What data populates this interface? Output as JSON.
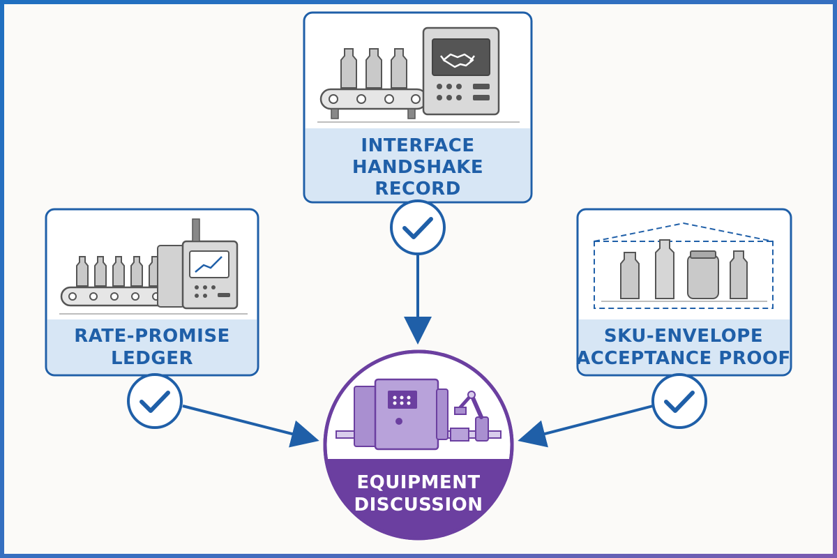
{
  "nodes": {
    "top": {
      "lines": [
        "INTERFACE",
        "HANDSHAKE",
        "RECORD"
      ]
    },
    "left": {
      "lines": [
        "RATE-PROMISE",
        "LEDGER"
      ]
    },
    "right": {
      "lines": [
        "SKU-ENVELOPE",
        "ACCEPTANCE PROOF"
      ]
    },
    "center": {
      "lines": [
        "EQUIPMENT",
        "DISCUSSION"
      ]
    }
  },
  "colors": {
    "blue": "#1f5fa8",
    "label_band": "#d7e6f5",
    "purple": "#6b3fa0",
    "purple_light": "#a98fd0",
    "gray": "#8a8a8a"
  },
  "icons": [
    "checkmark-icon",
    "handshake-icon",
    "trend-chart-icon",
    "bottle-icon",
    "robot-arm-icon"
  ]
}
